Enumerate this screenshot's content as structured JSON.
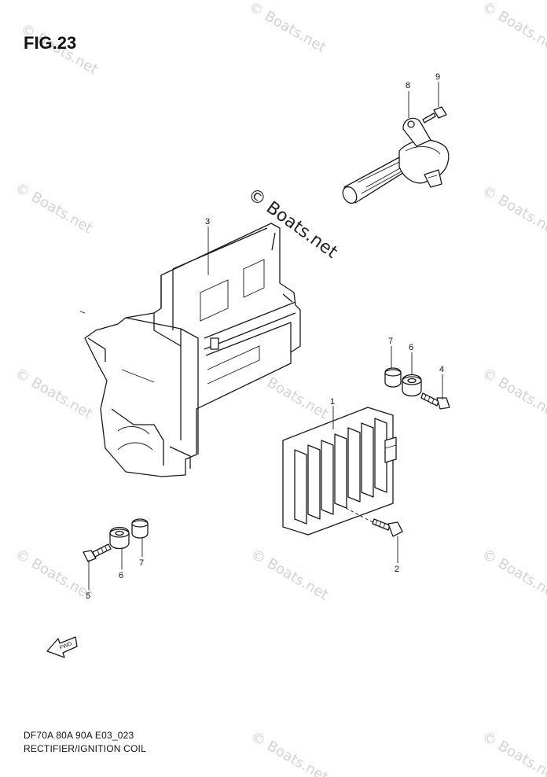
{
  "figure": {
    "title": "FIG.23",
    "model_code": "DF70A 80A 90A E03_023",
    "section_name": "RECTIFIER/IGNITION COIL"
  },
  "watermark": {
    "text": "© Boats.net"
  },
  "callouts": {
    "rectifier": "1",
    "rectifier_bolt": "2",
    "bracket": "3",
    "bolt_right": "4",
    "bolt_left": "5",
    "grommet_right": "6",
    "grommet_left": "6",
    "collar_right": "7",
    "collar_left": "7",
    "ignition_coil": "8",
    "coil_bolt": "9"
  },
  "fwd_arrow": {
    "label": "FWD"
  }
}
